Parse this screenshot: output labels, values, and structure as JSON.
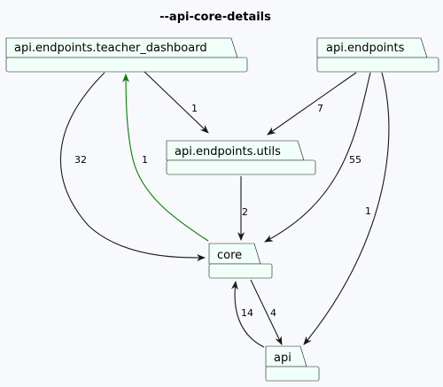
{
  "title": "--api-core-details",
  "colors": {
    "background": "#f8f9fd",
    "package_fill": "#f1fff9",
    "package_stroke": "#181818",
    "edge_default": "#181818",
    "edge_highlight": "#008000"
  },
  "packages": {
    "teacher_dashboard": "api.endpoints.teacher_dashboard",
    "endpoints": "api.endpoints",
    "utils": "api.endpoints.utils",
    "core": "core",
    "api": "api"
  },
  "edges": [
    {
      "from": "api.endpoints.teacher_dashboard",
      "to": "api.endpoints.utils",
      "label": "1",
      "color": "default"
    },
    {
      "from": "api.endpoints.teacher_dashboard",
      "to": "core",
      "label": "32",
      "color": "default"
    },
    {
      "from": "core",
      "to": "api.endpoints.teacher_dashboard",
      "label": "1",
      "color": "highlight"
    },
    {
      "from": "api.endpoints",
      "to": "api.endpoints.utils",
      "label": "7",
      "color": "default"
    },
    {
      "from": "api.endpoints",
      "to": "core",
      "label": "55",
      "color": "default"
    },
    {
      "from": "api.endpoints",
      "to": "api",
      "label": "1",
      "color": "default"
    },
    {
      "from": "api.endpoints.utils",
      "to": "core",
      "label": "2",
      "color": "default"
    },
    {
      "from": "core",
      "to": "api",
      "label": "4",
      "color": "default"
    },
    {
      "from": "api",
      "to": "core",
      "label": "14",
      "color": "default"
    }
  ]
}
